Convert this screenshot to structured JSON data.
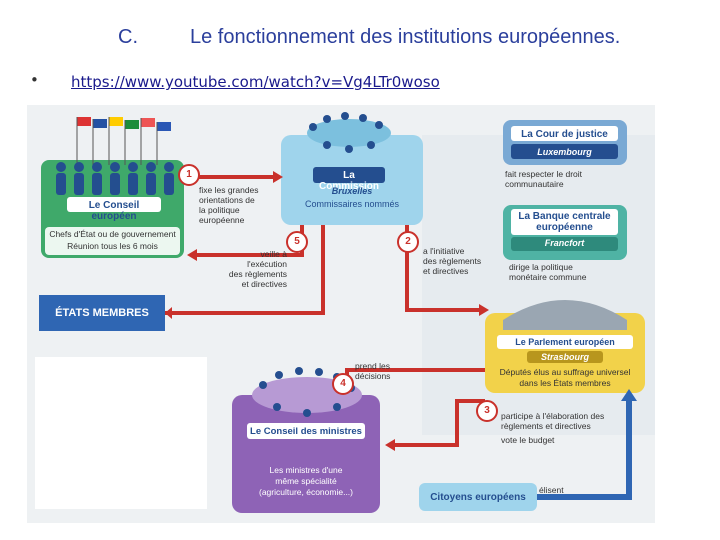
{
  "slide": {
    "section_letter": "C.",
    "title": "Le fonctionnement des institutions européennes.",
    "bullet": "•",
    "link": "https://www.youtube.com/watch?v=Vg4LTr0woso"
  },
  "diagram": {
    "conseil_europeen": {
      "title": "Le Conseil européen",
      "subtitle1": "Chefs d'État ou de gouvernement",
      "subtitle2": "Réunion tous les 6 mois"
    },
    "commission": {
      "title": "La Commission",
      "city": "Bruxelles",
      "subtitle": "Commissaires nommés"
    },
    "cour_justice": {
      "title": "La Cour de justice",
      "city": "Luxembourg",
      "caption1": "fait respecter le droit",
      "caption2": "communautaire"
    },
    "banque_centrale": {
      "title1": "La Banque centrale",
      "title2": "européenne",
      "city": "Francfort",
      "caption1": "dirige la politique",
      "caption2": "monétaire commune"
    },
    "etats_membres": {
      "title": "ÉTATS MEMBRES"
    },
    "parlement": {
      "title": "Le Parlement européen",
      "city": "Strasbourg",
      "subtitle1": "Députés élus au suffrage universel",
      "subtitle2": "dans les États membres"
    },
    "conseil_ministres": {
      "title": "Le Conseil des ministres",
      "subtitle1": "Les ministres d'une",
      "subtitle2": "même spécialité",
      "subtitle3": "(agriculture, économie...)"
    },
    "citoyens": {
      "title": "Citoyens européens"
    },
    "steps": {
      "s1": {
        "num": "1",
        "l1": "fixe les grandes",
        "l2": "orientations de",
        "l3": "la politique",
        "l4": "européenne"
      },
      "s2": {
        "num": "2",
        "l1": "a l'initiative",
        "l2": "des règlements",
        "l3": "et directives"
      },
      "s3": {
        "num": "3",
        "l1": "participe à l'élaboration des",
        "l2": "règlements et directives",
        "l3": "vote le budget"
      },
      "s4": {
        "num": "4",
        "l1": "prend les",
        "l2": "décisions"
      },
      "s5": {
        "num": "5",
        "l1": "veille à",
        "l2": "l'exécution",
        "l3": "des règlements",
        "l4": "et directives"
      },
      "elisent": "élisent"
    },
    "colors": {
      "red_arrow": "#c9312b",
      "blue_arrow": "#2f66b3",
      "green": "#3fa96a",
      "teal": "#4fb3a4",
      "light_blue": "#9fd4ec",
      "purple": "#8e63b6",
      "yellow": "#f2d24a",
      "dark_blue": "#244e8f"
    }
  }
}
